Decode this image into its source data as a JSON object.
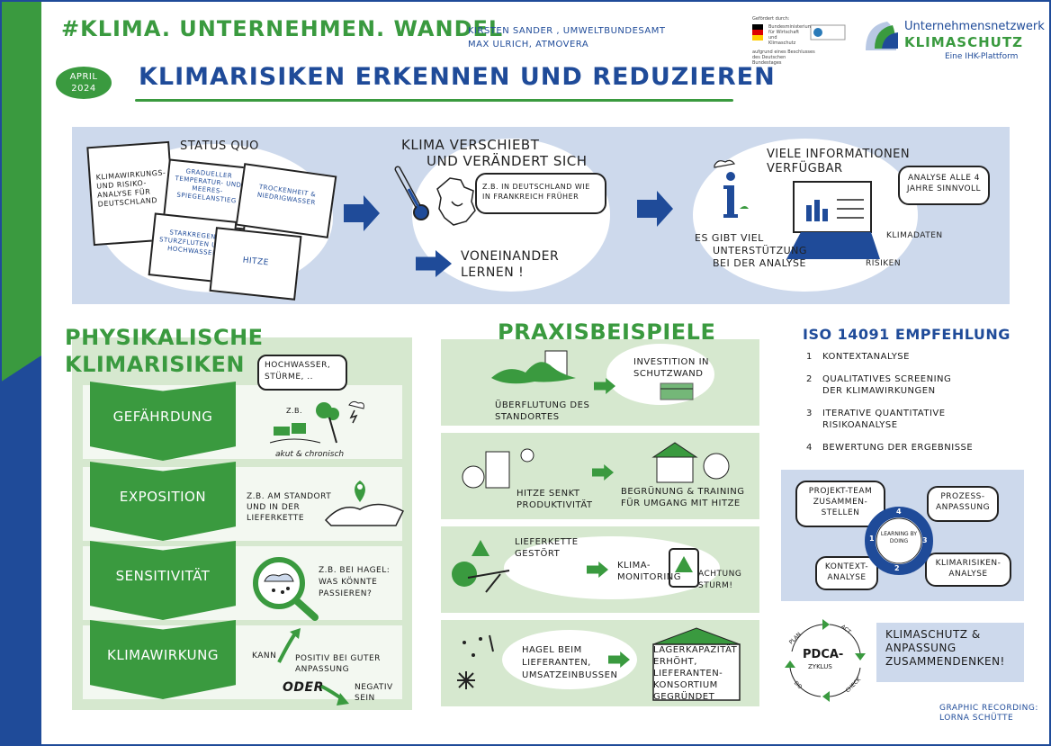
{
  "header": {
    "title": "#KLIMA. UNTERNEHMEN. WANDEL",
    "authors": [
      "KIRSTEN SANDER , UMWELTBUNDESAMT",
      "MAX ULRICH, ATMOVERA"
    ],
    "funder_label": "Gefördert durch:",
    "funder_name": "Bundesministerium für Wirtschaft und Klimaschutz",
    "funder_note": "aufgrund eines Beschlusses des Deutschen Bundestages",
    "logo_line1": "Unternehmensnetzwerk",
    "logo_line2": "KLIMASCHUTZ",
    "logo_line3": "Eine IHK-Plattform",
    "date_line1": "APRIL",
    "date_line2": "2024",
    "subtitle": "KLIMARISIKEN ERKENNEN UND REDUZIEREN"
  },
  "status_quo": {
    "title": "STATUS QUO",
    "report": "KLIMAWIRKUNGS- UND RISIKO- ANALYSE FÜR DEUTSCHLAND",
    "puzzle": [
      "GRADUELLER TEMPERATUR- UND MEERES- SPIEGELANSTIEG",
      "TROCKENHEIT & NIEDRIGWASSER",
      "STARKREGEN, STURZFLUTEN UND HOCHWASSER",
      "HITZE"
    ]
  },
  "klima": {
    "title_line1": "KLIMA VERSCHIEBT",
    "title_line2": "UND VERÄNDERT SICH",
    "bubble": "Z.B. IN DEUTSCHLAND WIE IN FRANKREICH FRÜHER",
    "lernen_line1": "VONEINANDER",
    "lernen_line2": "LERNEN !"
  },
  "info": {
    "title_line1": "VIELE INFORMATIONEN",
    "title_line2": "VERFÜGBAR",
    "bubble": "ANALYSE ALLE 4 JAHRE SINNVOLL",
    "support_line1": "ES GIBT VIEL",
    "support_line2": "UNTERSTÜTZUNG",
    "support_line3": "BEI DER ANALYSE",
    "klimadaten": "KLIMADATEN",
    "risiken": "RISIKEN"
  },
  "physical": {
    "title_line1": "PHYSIKALISCHE",
    "title_line2": "KLIMARISIKEN",
    "steps": [
      "GEFÄHRDUNG",
      "EXPOSITION",
      "SENSITIVITÄT",
      "KLIMAWIRKUNG"
    ],
    "bubble": "HOCHWASSER, STÜRME, ..",
    "zb": "Z.B.",
    "akut": "akut & chronisch",
    "exposition": "Z.B. AM STANDORT UND IN DER LIEFERKETTE",
    "sensitivity": "Z.B. BEI HAGEL: WAS KÖNNTE PASSIEREN?",
    "kann": "KANN",
    "positiv": "POSITIV BEI GUTER ANPASSUNG",
    "oder": "ODER",
    "negativ": "NEGATIV SEIN"
  },
  "praxis": {
    "title": "PRAXISBEISPIELE",
    "row1_left": "ÜBERFLUTUNG DES STANDORTES",
    "row1_right": "INVESTITION IN SCHUTZWAND",
    "row2_left": "HITZE SENKT PRODUKTIVITÄT",
    "row2_right": "BEGRÜNUNG & TRAINING FÜR UMGANG MIT HITZE",
    "row3_left": "LIEFERKETTE GESTÖRT",
    "row3_right": "KLIMA- MONITORING",
    "row3_extra": "ACHTUNG STURM!",
    "row4_left": "HAGEL BEIM LIEFERANTEN, UMSATZEINBUßEN",
    "row4_right": "LAGERKAPAZITÄT ERHÖHT, LIEFERANTEN- KONSORTIUM GEGRÜNDET"
  },
  "iso": {
    "title": "ISO 14091 EMPFEHLUNG",
    "items": [
      {
        "num": "1",
        "text": "KONTEXTANALYSE"
      },
      {
        "num": "2",
        "text": "QUALITATIVES SCREENING DER KLIMAWIRKUNGEN"
      },
      {
        "num": "3",
        "text": "ITERATIVE QUANTITATIVE RISIKOANALYSE"
      },
      {
        "num": "4",
        "text": "BEWERTUNG DER ERGEBNISSE"
      }
    ],
    "cycle": [
      "PROJEKT-TEAM ZUSAMMEN- STELLEN",
      "PROZESS- ANPASSUNG",
      "KONTEXT- ANALYSE",
      "KLIMARISIKEN- ANALYSE"
    ],
    "ring_center": "LEARNING BY DOING",
    "ring_numbers": [
      "1",
      "2",
      "3",
      "4"
    ]
  },
  "pdca": {
    "center_line1": "PDCA-",
    "center_line2": "ZYKLUS",
    "labels": [
      "PLAN",
      "ACT",
      "CHECK",
      "DO"
    ]
  },
  "slogan": "KLIMASCHUTZ & ANPASSUNG ZUSAMMENDENKEN!",
  "credit_line1": "GRAPHIC RECORDING:",
  "credit_line2": "LORNA SCHÜTTE",
  "colors": {
    "green": "#3a9a3f",
    "blue": "#1f4b99",
    "light_blue": "#cdd9ec",
    "light_green": "#d6e8cf"
  }
}
